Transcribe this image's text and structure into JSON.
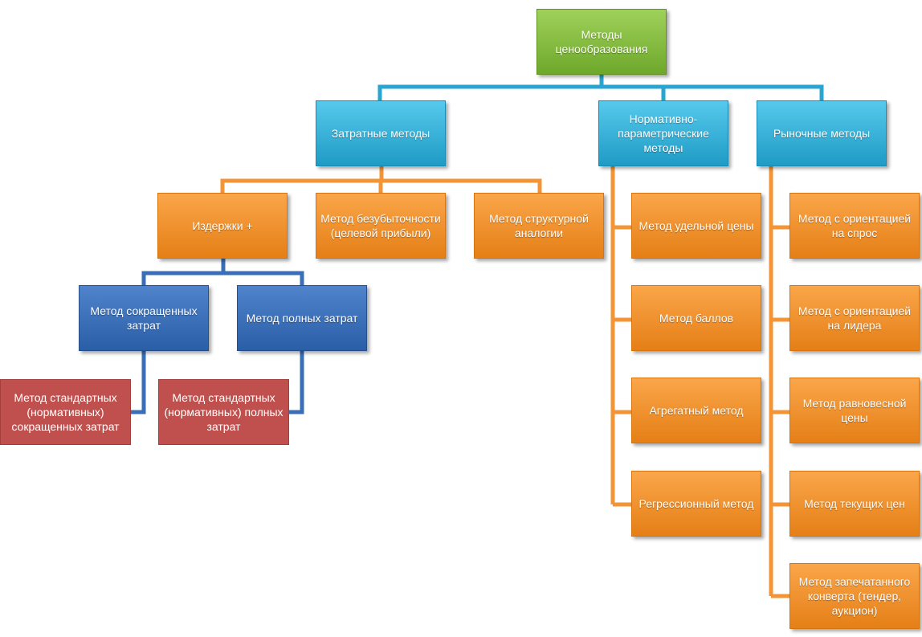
{
  "diagram": {
    "root": {
      "label": "Методы ценообразования",
      "color": "#7ab93a"
    },
    "cost_methods": {
      "label": "Затратные методы",
      "children": {
        "costs_plus": {
          "label": "Издержки +",
          "children": {
            "reduced_costs": {
              "label": "Метод сокращенных затрат",
              "child": "Метод стандартных (нормативных) сокращенных затрат"
            },
            "full_costs": {
              "label": "Метод полных затрат",
              "child": "Метод стандартных (нормативных) полных затрат"
            }
          }
        },
        "break_even": "Метод безубыточности (целевой прибыли)",
        "structural_analogy": "Метод структурной аналогии"
      }
    },
    "normative_parametric": {
      "label": "Нормативно-параметрические методы",
      "items": [
        "Метод удельной цены",
        "Метод баллов",
        "Агрегатный метод",
        "Регрессионный метод"
      ]
    },
    "market_methods": {
      "label": "Рыночные методы",
      "items": [
        "Метод с ориентацией на спрос",
        "Метод с ориентацией на лидера",
        "Метод равновесной цены",
        "Метод текущих цен",
        "Метод запечатанного конверта (тендер, аукцион)"
      ]
    },
    "colors": {
      "level1": "#2aa5d0",
      "level2": "#f28f22",
      "level3": "#3b70ba",
      "level4": "#c0504d",
      "connector_cyan": "#2aa5d0",
      "connector_orange": "#f39436",
      "connector_blue": "#3a6fb8"
    }
  }
}
